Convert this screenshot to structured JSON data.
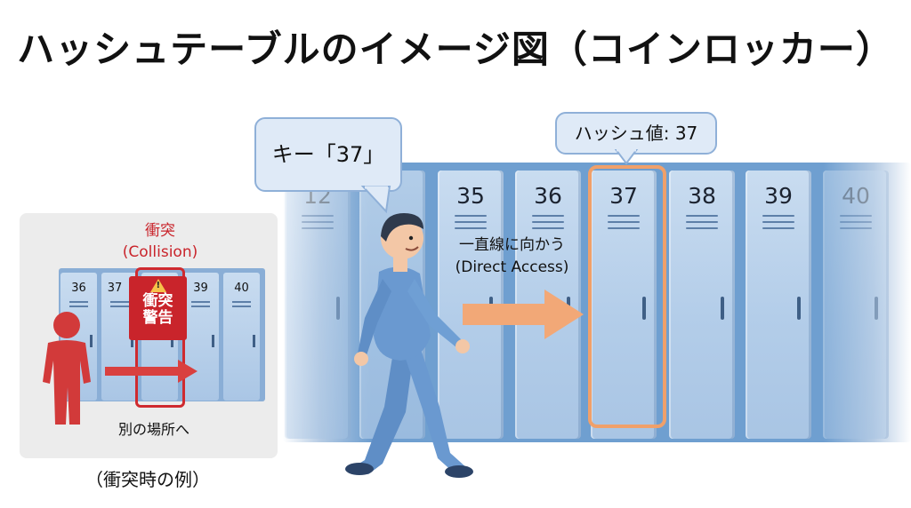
{
  "title": "ハッシュテーブルのイメージ図（コインロッカー）",
  "main": {
    "key_bubble": "キー「37」",
    "hash_bubble": "ハッシュ値: 37",
    "arrow_label_line1": "一直線に向かう",
    "arrow_label_line2": "(Direct Access)",
    "lockers": [
      "12",
      "35",
      "36",
      "37",
      "38",
      "39",
      "40"
    ],
    "target_locker": "37"
  },
  "collision_inset": {
    "title_line1": "衝突",
    "title_line2": "(Collision)",
    "warning_line1": "衝突",
    "warning_line2": "警告",
    "lockers": [
      "36",
      "37",
      "39",
      "40"
    ],
    "caption": "別の場所へ"
  },
  "bottom_caption": "（衝突時の例）",
  "colors": {
    "locker_fill": "#b7cfea",
    "locker_bank": "#6f9fd0",
    "highlight": "#f0a06a",
    "arrow": "#f2a877",
    "person_main": "#6a99d0",
    "person_collision": "#d23a3a",
    "collision_red": "#c9242b",
    "bubble_fill": "#dfeaf7"
  }
}
